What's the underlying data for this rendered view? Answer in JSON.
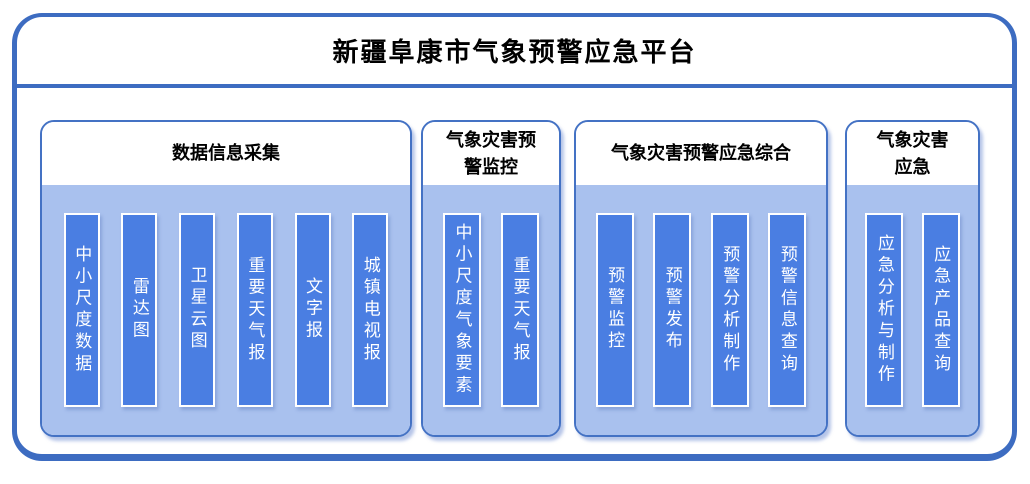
{
  "title": "新疆阜康市气象预警应急平台",
  "colors": {
    "frame_border": "#3d6cc1",
    "group_border": "#4472c4",
    "group_body": "#a9c1ee",
    "item_fill": "#4a7ee2",
    "item_border": "#ffffff",
    "title_text": "#000000",
    "item_text": "#ffffff"
  },
  "groups": [
    {
      "title": "数据信息采集",
      "items": [
        "中小尺度数据",
        "雷达图",
        "卫星云图",
        "重要天气报",
        "文字报",
        "城镇电视报"
      ]
    },
    {
      "title": "气象灾害预\n警监控",
      "items": [
        "中小尺度气象要素",
        "重要天气报"
      ]
    },
    {
      "title": "气象灾害预警应急综合",
      "items": [
        "预警监控",
        "预警发布",
        "预警分析制作",
        "预警信息查询"
      ]
    },
    {
      "title": "气象灾害\n应急",
      "items": [
        "应急分析与制作",
        "应急产品查询"
      ]
    }
  ]
}
